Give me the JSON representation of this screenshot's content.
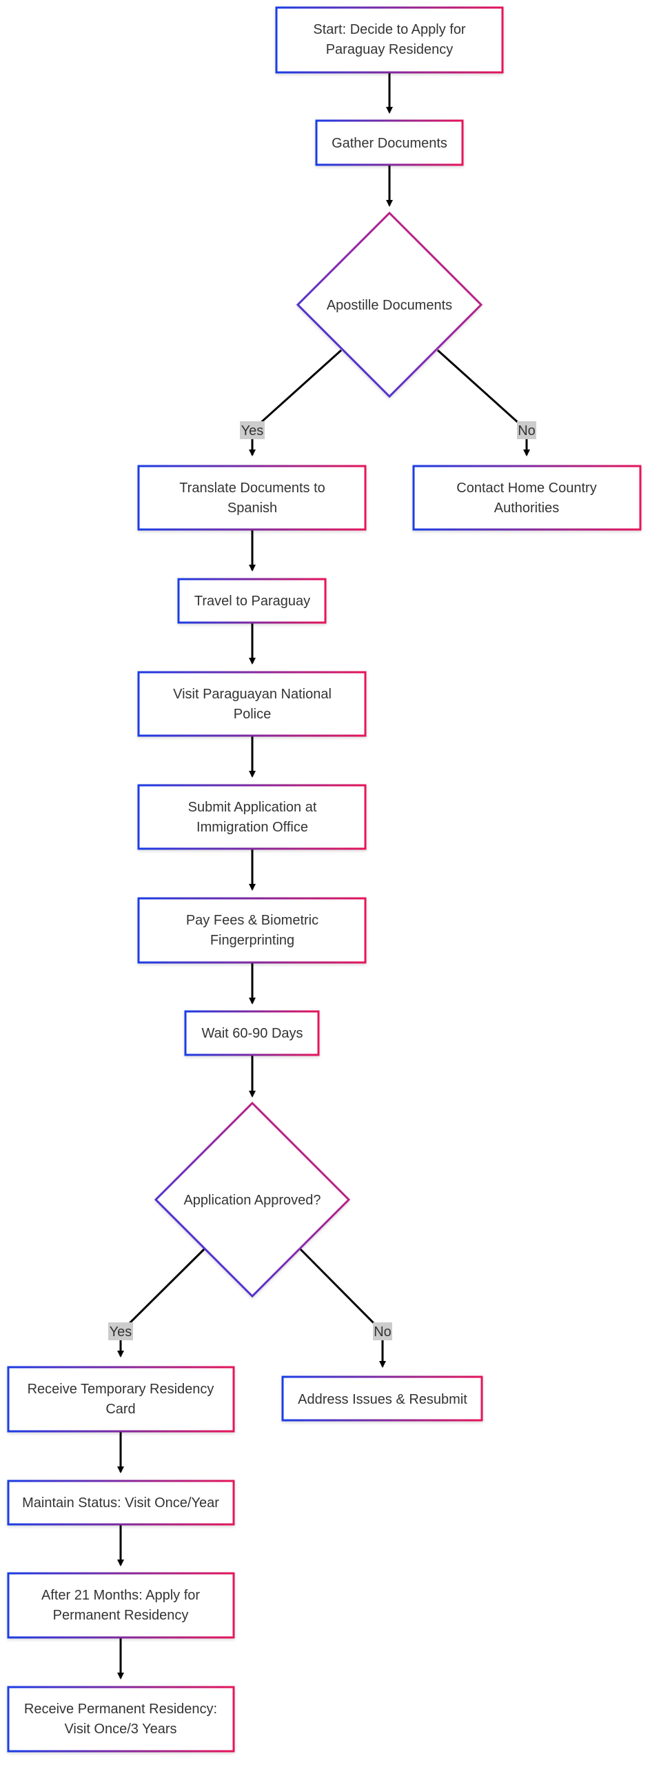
{
  "colors": {
    "gradient_start": "#1a3ce6",
    "gradient_end": "#e6165a",
    "gradient_mid": "#8a2ab0",
    "edge": "#000000",
    "edge_label_bg": "#cccccc",
    "text": "#333333"
  },
  "nodes": {
    "start": {
      "line1": "Start: Decide to Apply for",
      "line2": "Paraguay Residency"
    },
    "gather": {
      "line1": "Gather Documents"
    },
    "apostille": {
      "line1": "Apostille Documents"
    },
    "translate": {
      "line1": "Translate Documents to",
      "line2": "Spanish"
    },
    "contact": {
      "line1": "Contact Home Country",
      "line2": "Authorities"
    },
    "travel": {
      "line1": "Travel to Paraguay"
    },
    "police": {
      "line1": "Visit Paraguayan National",
      "line2": "Police"
    },
    "submit": {
      "line1": "Submit Application at",
      "line2": "Immigration Office"
    },
    "pay": {
      "line1": "Pay Fees & Biometric",
      "line2": "Fingerprinting"
    },
    "wait": {
      "line1": "Wait 60-90 Days"
    },
    "approved": {
      "line1": "Application Approved?"
    },
    "temp_card": {
      "line1": "Receive Temporary Residency",
      "line2": "Card"
    },
    "address": {
      "line1": "Address Issues & Resubmit"
    },
    "maintain": {
      "line1": "Maintain Status: Visit Once/Year"
    },
    "after21": {
      "line1": "After 21 Months: Apply for",
      "line2": "Permanent Residency"
    },
    "permanent": {
      "line1": "Receive Permanent Residency:",
      "line2": "Visit Once/3 Years"
    }
  },
  "edge_labels": {
    "apostille_yes": "Yes",
    "apostille_no": "No",
    "approved_yes": "Yes",
    "approved_no": "No"
  }
}
